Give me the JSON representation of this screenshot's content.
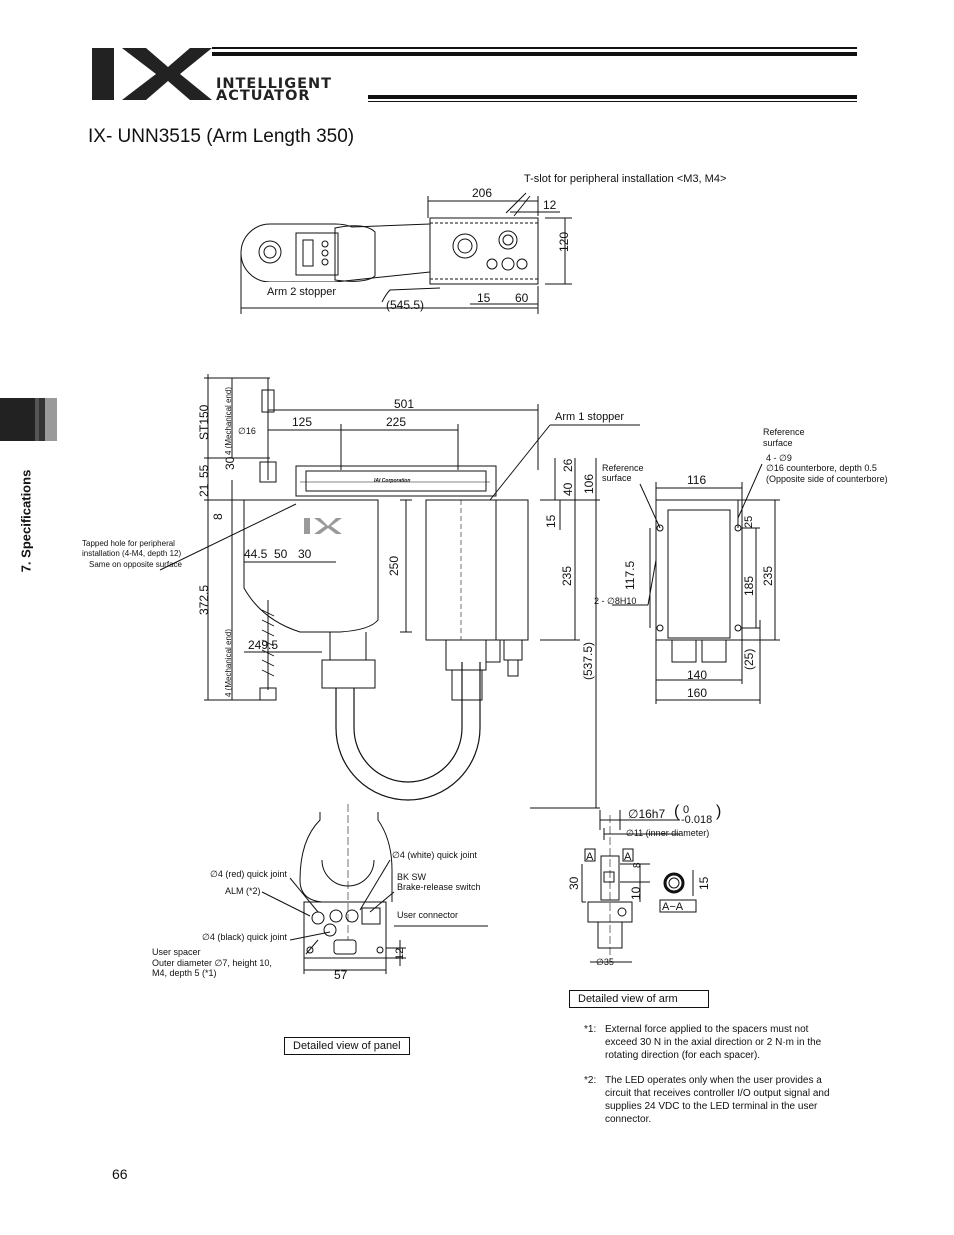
{
  "header": {
    "brand_line1": "INTELLIGENT",
    "brand_line2": "ACTUATOR",
    "logo_letters": "IX"
  },
  "title": "IX- UNN3515 (Arm Length 350)",
  "side_tab": "7. Specifications",
  "top_view": {
    "tslot_label": "T-slot for peripheral installation <M3, M4>",
    "dim_206": "206",
    "dim_12": "12",
    "dim_120": "120",
    "arm2_stopper": "Arm 2 stopper",
    "dim_545": "(545.5)",
    "dim_15": "15",
    "dim_60": "60"
  },
  "side_view": {
    "st150": "ST150",
    "mech_end": "4 (Mechanical end)",
    "phi16": "∅16",
    "dim_501": "501",
    "dim_125": "125",
    "dim_225": "225",
    "arm1_stopper": "Arm 1 stopper",
    "dim_55": "55",
    "dim_30": "30",
    "dim_21": "21",
    "dim_8": "8",
    "dim_26": "26",
    "dim_40": "40",
    "dim_106": "106",
    "dim_15": "15",
    "tapped_hole": "Tapped hole for peripheral",
    "tapped_hole2": "installation (4-M4, depth 12)",
    "tapped_hole3": "Same on opposite surface",
    "dim_445": "44.5",
    "dim_50": "50",
    "dim_30b": "30",
    "dim_250": "250",
    "dim_235": "235",
    "dim_3725": "372.5",
    "dim_2495": "249.5",
    "dim_5375": "(537.5)",
    "brand_small": "IAI Corporation"
  },
  "base_view": {
    "ref_surface": "Reference",
    "ref_surface2": "surface",
    "ref_surface_b": "Reference",
    "ref_surface_b2": "surface",
    "holes1": "4 - ∅9",
    "holes2": "∅16 counterbore, depth 0.5",
    "holes3": "(Opposite side of counterbore)",
    "dim_116": "116",
    "dim_25": "25",
    "dim_1175": "117.5",
    "dim_185": "185",
    "dim_235": "235",
    "pin_holes": "2 - ∅8H10",
    "dim_25b": "(25)",
    "dim_140": "140",
    "dim_160": "160"
  },
  "panel": {
    "white_joint": "∅4 (white) quick joint",
    "red_joint": "∅4 (red) quick joint",
    "alm": "ALM (*2)",
    "bk_sw": "BK SW",
    "brake_switch": "Brake-release switch",
    "user_connector": "User connector",
    "black_joint": "∅4 (black) quick joint",
    "spacer1": "User spacer",
    "spacer2": "Outer diameter ∅7, height 10,",
    "spacer3": "M4, depth 5 (*1)",
    "dim_57": "57",
    "dim_12": "12",
    "caption": "Detailed view of panel"
  },
  "arm_detail": {
    "shaft": "∅16h7",
    "tol_upper": "0",
    "tol_lower": "-0.018",
    "inner": "∅11 (inner diameter)",
    "sec_a": "A",
    "sec_a2": "A",
    "dim_8": "8",
    "dim_30": "30",
    "dim_10": "10",
    "dim_15": "15",
    "sec_aa": "A−A",
    "dim_35": "∅35",
    "caption": "Detailed view of arm"
  },
  "notes": [
    {
      "mark": "*1:",
      "text": "External force applied to the spacers must not exceed 30 N in the axial direction or 2 N·m in the rotating direction (for each spacer)."
    },
    {
      "mark": "*2:",
      "text": "The LED operates only when the user provides a circuit that receives controller I/O output signal and supplies 24 VDC to the LED terminal in the user connector."
    }
  ],
  "page_number": "66"
}
